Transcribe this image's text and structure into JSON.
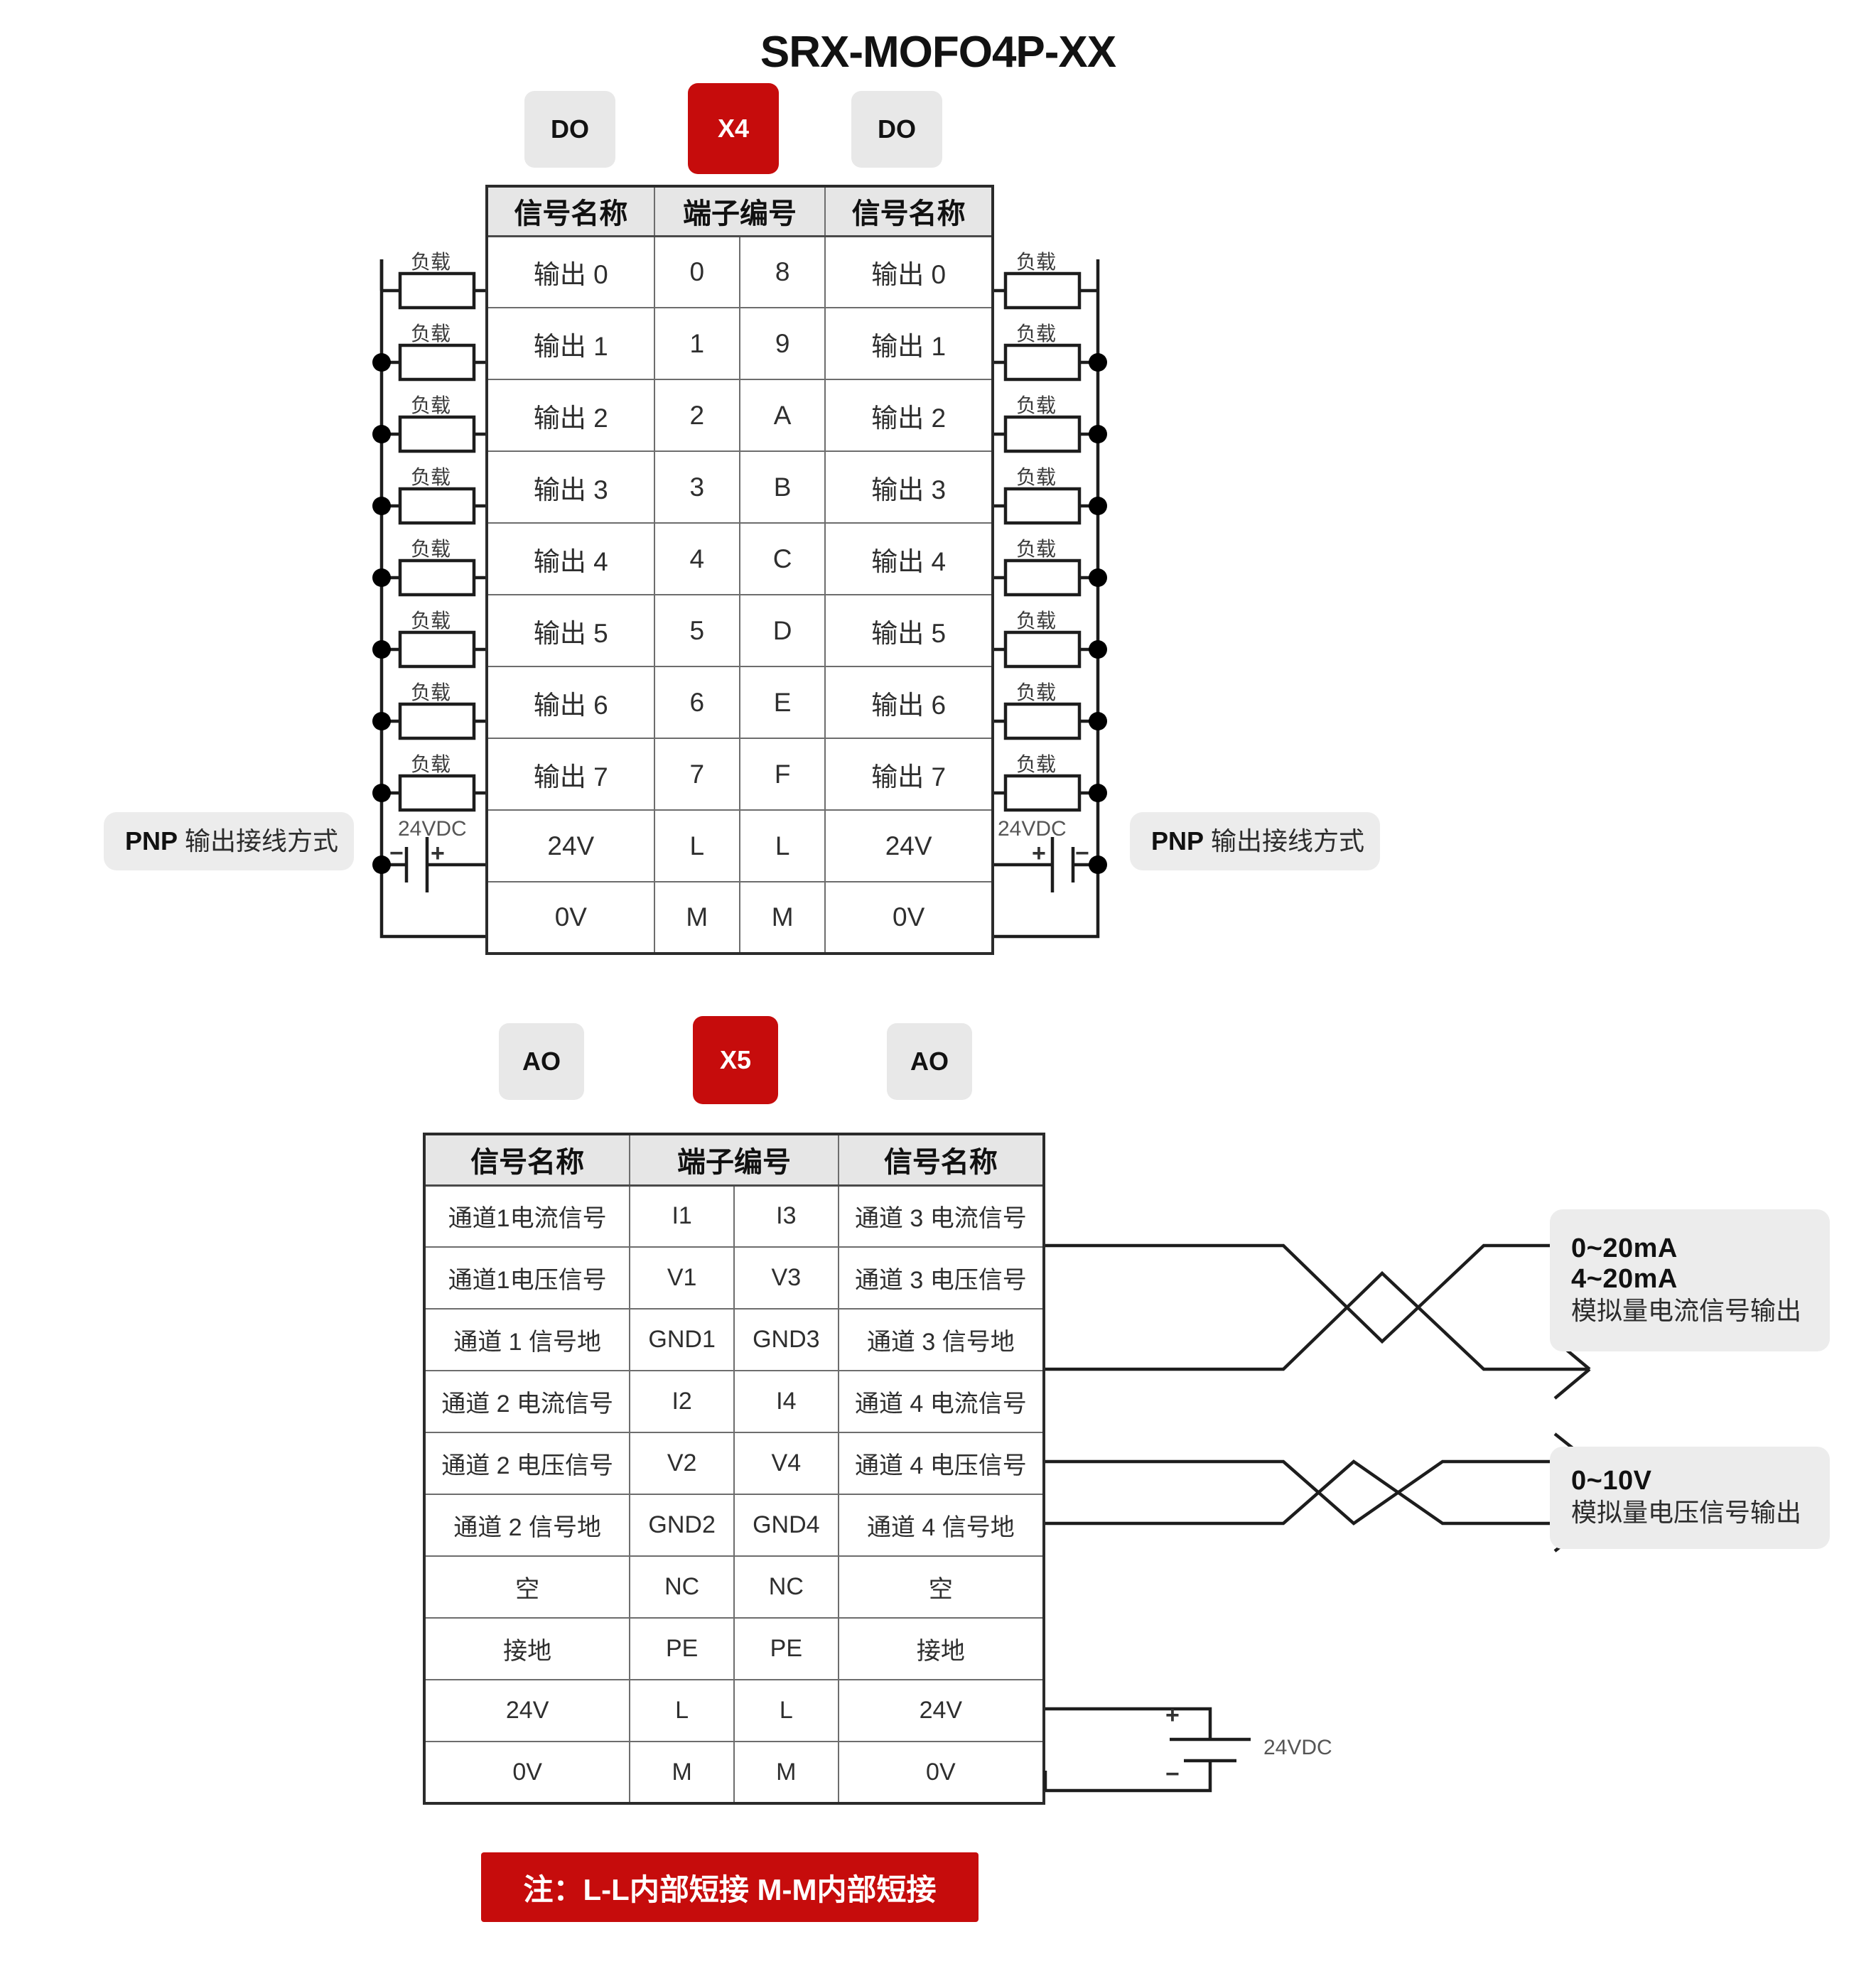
{
  "title": "SRX-MOFO4P-XX",
  "badges": {
    "do_left": "DO",
    "x4": "X4",
    "do_right": "DO",
    "ao_left": "AO",
    "x5": "X5",
    "ao_right": "AO"
  },
  "table_do": {
    "headers": [
      "信号名称",
      "端子编号",
      "信号名称"
    ],
    "rows": [
      {
        "left": "输出 0",
        "num_l": "0",
        "num_r": "8",
        "right": "输出 0"
      },
      {
        "left": "输出 1",
        "num_l": "1",
        "num_r": "9",
        "right": "输出 1"
      },
      {
        "left": "输出 2",
        "num_l": "2",
        "num_r": "A",
        "right": "输出 2"
      },
      {
        "left": "输出 3",
        "num_l": "3",
        "num_r": "B",
        "right": "输出 3"
      },
      {
        "left": "输出 4",
        "num_l": "4",
        "num_r": "C",
        "right": "输出 4"
      },
      {
        "left": "输出 5",
        "num_l": "5",
        "num_r": "D",
        "right": "输出 5"
      },
      {
        "left": "输出 6",
        "num_l": "6",
        "num_r": "E",
        "right": "输出 6"
      },
      {
        "left": "输出 7",
        "num_l": "7",
        "num_r": "F",
        "right": "输出 7"
      },
      {
        "left": "24V",
        "num_l": "L",
        "num_r": "L",
        "right": "24V"
      },
      {
        "left": "0V",
        "num_l": "M",
        "num_r": "M",
        "right": "0V"
      }
    ]
  },
  "table_ao": {
    "headers": [
      "信号名称",
      "端子编号",
      "信号名称"
    ],
    "rows": [
      {
        "left": "通道1电流信号",
        "num_l": "I1",
        "num_r": "I3",
        "right": "通道 3 电流信号"
      },
      {
        "left": "通道1电压信号",
        "num_l": "V1",
        "num_r": "V3",
        "right": "通道 3 电压信号"
      },
      {
        "left": "通道 1 信号地",
        "num_l": "GND1",
        "num_r": "GND3",
        "right": "通道 3 信号地"
      },
      {
        "left": "通道 2 电流信号",
        "num_l": "I2",
        "num_r": "I4",
        "right": "通道 4 电流信号"
      },
      {
        "left": "通道 2 电压信号",
        "num_l": "V2",
        "num_r": "V4",
        "right": "通道 4 电压信号"
      },
      {
        "left": "通道 2 信号地",
        "num_l": "GND2",
        "num_r": "GND4",
        "right": "通道 4 信号地"
      },
      {
        "left": "空",
        "num_l": "NC",
        "num_r": "NC",
        "right": "空"
      },
      {
        "left": "接地",
        "num_l": "PE",
        "num_r": "PE",
        "right": "接地"
      },
      {
        "left": "24V",
        "num_l": "L",
        "num_r": "L",
        "right": "24V"
      },
      {
        "left": "0V",
        "num_l": "M",
        "num_r": "M",
        "right": "0V"
      }
    ]
  },
  "wiring": {
    "load_label": "负载",
    "pnp_left_bold": "PNP",
    "pnp_left_rest": " 输出接线方式",
    "pnp_right_bold": "PNP",
    "pnp_right_rest": " 输出接线方式",
    "vdc_label": "24VDC",
    "plus": "+",
    "minus": "−"
  },
  "annotations": {
    "current": {
      "line1": "0~20mA",
      "line2": "4~20mA",
      "line3": "模拟量电流信号输出"
    },
    "voltage": {
      "line1": "0~10V",
      "line2": "模拟量电压信号输出"
    },
    "psu_label": "24VDC"
  },
  "footer_note": "注：L-L内部短接  M-M内部短接",
  "colors": {
    "accent_red": "#c60c0c",
    "badge_grey": "#e8e8e8",
    "note_grey": "#ececec",
    "line": "#1d1d1d"
  }
}
